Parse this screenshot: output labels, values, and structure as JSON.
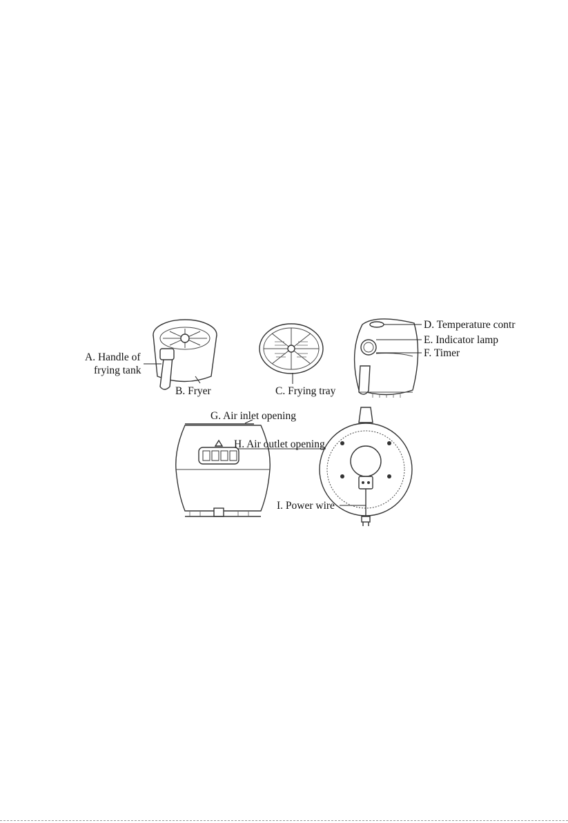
{
  "labels": {
    "a_line1": "A. Handle of",
    "a_line2": "frying tank",
    "b": "B. Fryer",
    "c": "C. Frying tray",
    "d": "D. Temperature contr",
    "e": "E. Indicator lamp",
    "f": "F. Timer",
    "g": "G. Air inlet opening",
    "h": "H. Air outlet opening",
    "i": "I. Power wire"
  }
}
